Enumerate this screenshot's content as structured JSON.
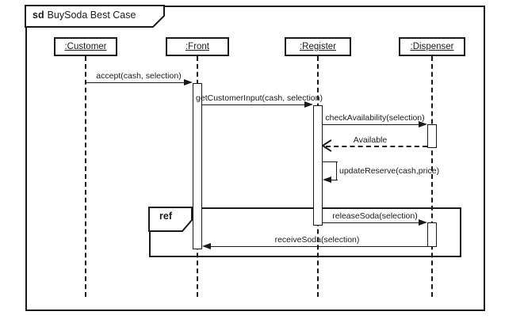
{
  "diagram": {
    "frame": {
      "keyword": "sd",
      "title": "BuySoda Best Case"
    },
    "fragments": [
      {
        "operator": "ref"
      }
    ],
    "lifelines": [
      {
        "name": ":Customer"
      },
      {
        "name": ":Front"
      },
      {
        "name": ":Register"
      },
      {
        "name": ":Dispenser"
      }
    ],
    "messages": [
      {
        "label": "accept(cash, selection)",
        "from": ":Customer",
        "to": ":Front",
        "kind": "sync-solid-filled-arrow"
      },
      {
        "label": "getCustomerInput(cash, selection)",
        "from": ":Front",
        "to": ":Register",
        "kind": "sync-solid-filled-arrow"
      },
      {
        "label": "checkAvailability(selection)",
        "from": ":Register",
        "to": ":Dispenser",
        "kind": "sync-solid-filled-arrow"
      },
      {
        "label": "Available",
        "from": ":Dispenser",
        "to": ":Register",
        "kind": "reply-dashed-open-arrow"
      },
      {
        "label": "updateReserve(cash,price)",
        "from": ":Register",
        "to": ":Register",
        "kind": "self-message"
      },
      {
        "label": "releaseSoda(selection)",
        "from": ":Register",
        "to": ":Dispenser",
        "kind": "sync-solid-filled-arrow"
      },
      {
        "label": "receiveSoda(selection)",
        "from": ":Dispenser",
        "to": ":Front",
        "kind": "sync-solid-filled-arrow"
      }
    ]
  }
}
